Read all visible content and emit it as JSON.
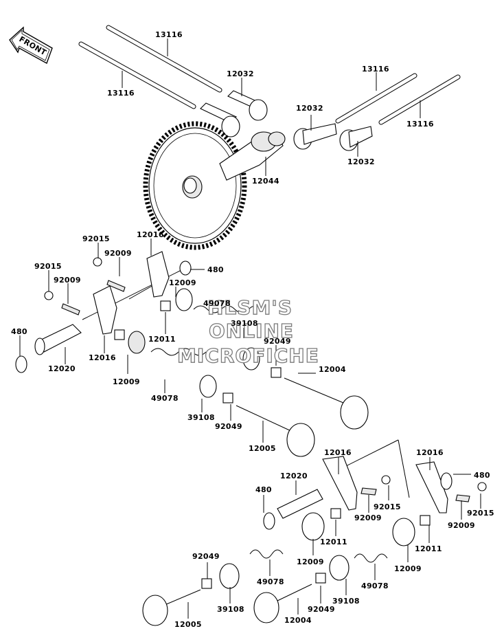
{
  "front_arrow_text": "FRONT",
  "watermark": [
    "HLSM'S",
    "ONLINE",
    "MICROFICHE"
  ],
  "labels": [
    "13116",
    "13116",
    "12032",
    "13116",
    "12032",
    "13116",
    "12032",
    "12044",
    "92015",
    "12016",
    "92009",
    "92015",
    "92009",
    "480",
    "12009",
    "49078",
    "39108",
    "92049",
    "480",
    "12011",
    "12020",
    "12016",
    "12009",
    "49078",
    "39108",
    "92049",
    "12004",
    "12005",
    "12016",
    "12020",
    "480",
    "12016",
    "480",
    "92015",
    "92009",
    "12011",
    "92015",
    "92009",
    "12011",
    "12009",
    "49078",
    "12009",
    "49078",
    "92049",
    "39108",
    "92049",
    "39108",
    "12005",
    "12004"
  ]
}
